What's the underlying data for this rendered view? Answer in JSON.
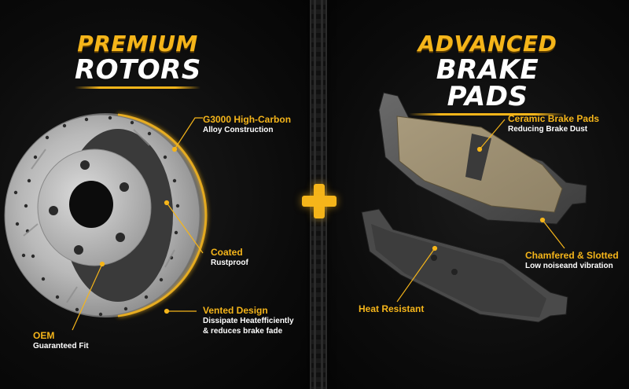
{
  "left": {
    "heading": {
      "line1": "PREMIUM",
      "line2": "ROTORS"
    },
    "callouts": [
      {
        "title": "G3000 High-Carbon",
        "subtitle": "Alloy Construction"
      },
      {
        "title": "Coated",
        "subtitle": "Rustproof"
      },
      {
        "title": "Vented Design",
        "subtitle": "Dissipate Heatefficiently",
        "subtitle2": "& reduces brake fade"
      },
      {
        "title": "OEM",
        "subtitle": "Guaranteed Fit"
      }
    ]
  },
  "right": {
    "heading": {
      "line1": "ADVANCED",
      "line2": "BRAKE PADS"
    },
    "callouts": [
      {
        "title": "Ceramic Brake Pads",
        "subtitle": "Reducing Brake Dust"
      },
      {
        "title": "Chamfered & Slotted",
        "subtitle": "Low noiseand vibration"
      },
      {
        "title": "Heat Resistant"
      }
    ]
  },
  "colors": {
    "accent": "#f5b51a",
    "text": "#ffffff",
    "background": "#080808"
  },
  "icons": {
    "plus": "plus-icon"
  }
}
